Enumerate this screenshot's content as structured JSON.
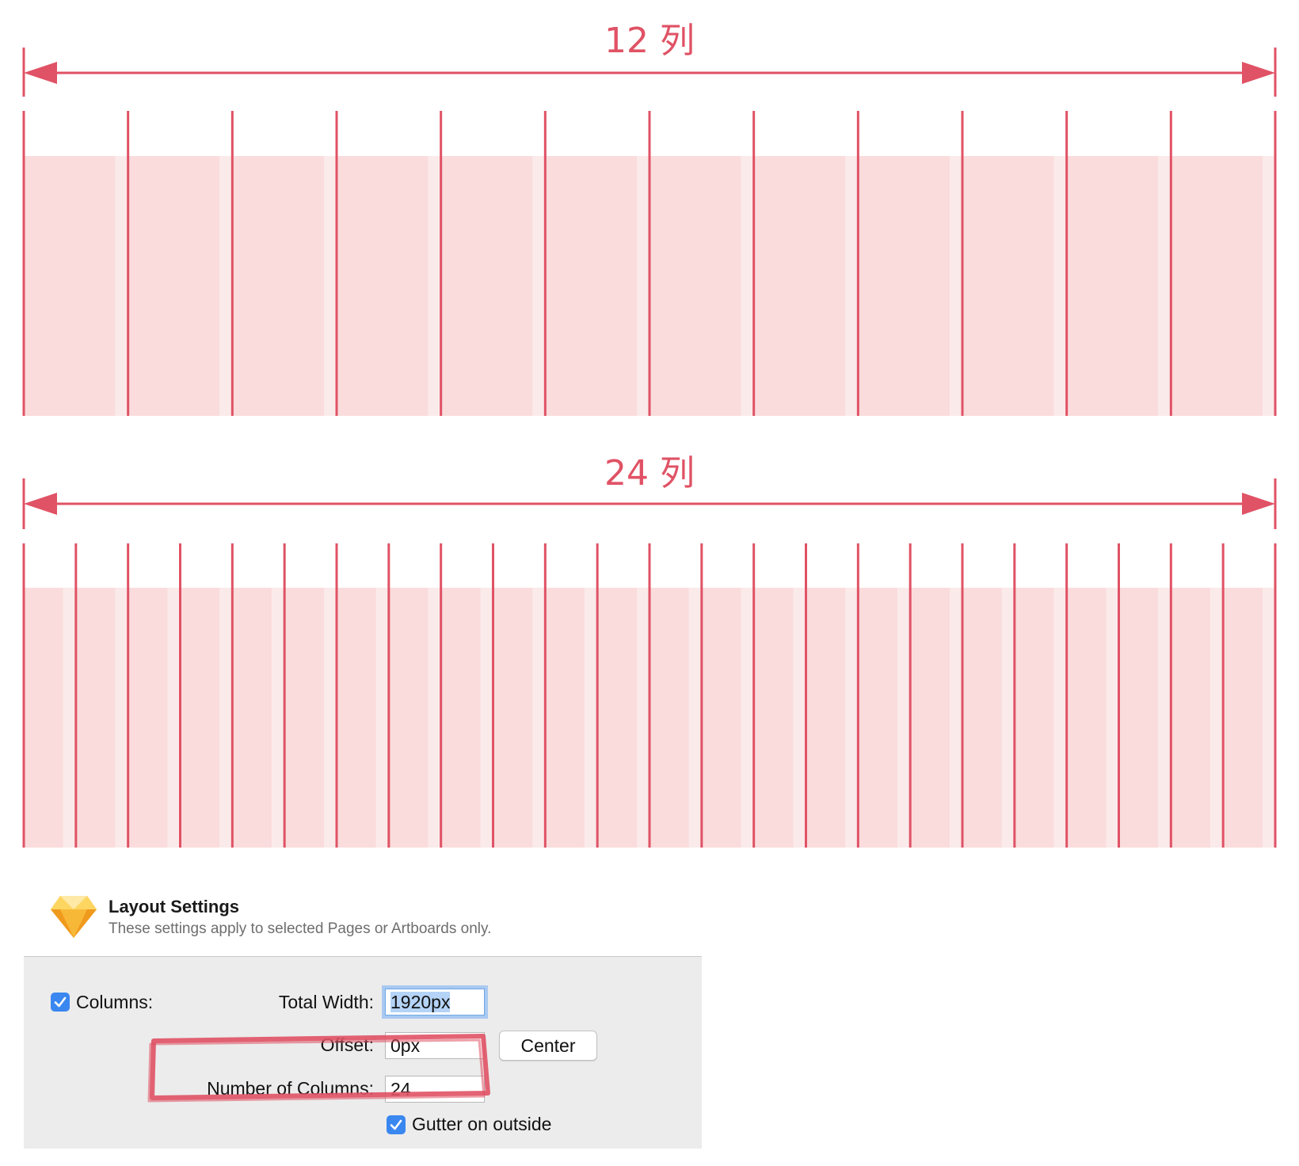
{
  "diagram": {
    "grids": [
      {
        "title": "12 列",
        "columns": 12
      },
      {
        "title": "24 列",
        "columns": 24
      }
    ],
    "colors": {
      "line": "#e05265",
      "column_fill": "#fadcdc",
      "gutter_fill": "#fbeaea"
    }
  },
  "settings": {
    "title": "Layout Settings",
    "subtitle": "These settings apply to selected Pages or Artboards only.",
    "columns_checkbox": {
      "label": "Columns:",
      "checked": true
    },
    "total_width": {
      "label": "Total Width:",
      "value": "1920px"
    },
    "offset": {
      "label": "Offset:",
      "value": "0px"
    },
    "center_button": "Center",
    "number_of_columns": {
      "label": "Number of Columns:",
      "value": "24"
    },
    "gutter_outside": {
      "label": "Gutter on outside",
      "checked": true
    },
    "icon": "sketch-diamond-icon",
    "accent": "#3a87f0",
    "marker_color": "#e05265"
  }
}
